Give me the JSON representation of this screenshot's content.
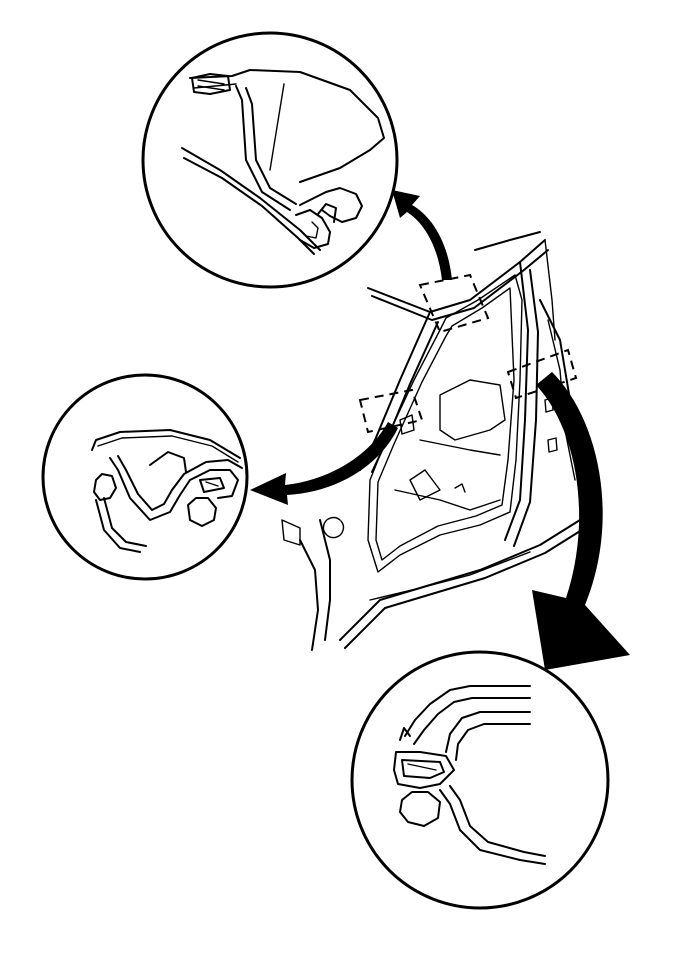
{
  "figure": {
    "description_visible_text": "",
    "colors": {
      "ink": "#000000",
      "paper": "#ffffff"
    },
    "callouts": [
      {
        "id": "upper-detail",
        "shows": "roof-rail-weatherstrip-section"
      },
      {
        "id": "middle-detail",
        "shows": "b-pillar-weatherstrip-section"
      },
      {
        "id": "lower-detail",
        "shows": "rocker-weatherstrip-section"
      }
    ]
  }
}
